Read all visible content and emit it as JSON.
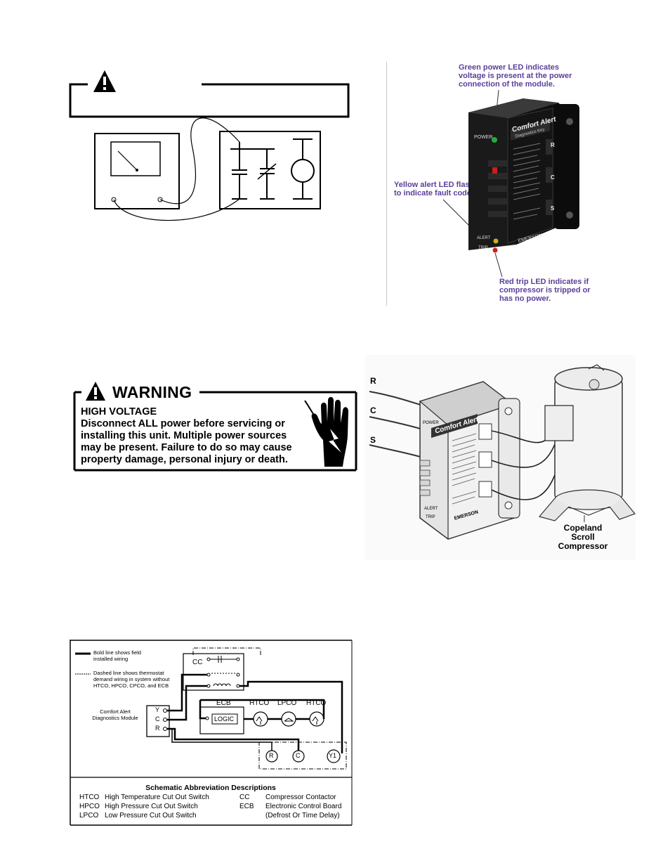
{
  "meter_figure": {
    "caution_box_text": ""
  },
  "led_figure": {
    "callout_green": "Green power LED indicates voltage is present at the power connection of the module.",
    "callout_yellow": "Yellow alert LED flashes to indicate fault code.",
    "callout_red": "Red trip LED indicates if compressor is tripped or has no power.",
    "label_power": "POWER",
    "label_alert": "ALERT",
    "label_trip": "TRIP",
    "brand": "Comfort Alert",
    "brand_sub": "Diagnostics Key",
    "maker": "EMERSON",
    "term_r": "R",
    "term_c": "C",
    "term_s": "S"
  },
  "warning": {
    "title": "WARNING",
    "line1": "HIGH VOLTAGE",
    "line2": "Disconnect ALL power before servicing or",
    "line3": "installing this unit. Multiple power sources",
    "line4": "may be present. Failure to do so may cause",
    "line5": "property damage, personal injury or death."
  },
  "compressor_figure": {
    "wire_r": "R",
    "wire_c": "C",
    "wire_s": "S",
    "module_brand": "Comfort Alert",
    "module_power": "POWER",
    "module_alert": "ALERT",
    "module_trip": "TRIP",
    "module_maker": "EMERSON",
    "caption_1": "Copeland",
    "caption_2": "Scroll",
    "caption_3": "Compressor"
  },
  "schematic": {
    "legend_bold_1": "Bold line shows field",
    "legend_bold_2": "installed wiring",
    "legend_dash_1": "Dashed line shows thermostat",
    "legend_dash_2": "demand wiring in system without",
    "legend_dash_3": "HTCO, HPCO, CPCO, and ECB",
    "module_label_1": "Comfort Alert",
    "module_label_2": "Diagnostics Module",
    "pin_y": "Y",
    "pin_c": "C",
    "pin_r": "R",
    "cc": "CC",
    "ecb": "ECB",
    "logic": "LOGIC",
    "htco_1": "HTCO",
    "lpco": "LPCO",
    "htco_2": "HTCO",
    "t_r": "R",
    "t_c": "C",
    "t_y1": "Y1",
    "abbrev_title": "Schematic Abbreviation Descriptions",
    "abbrev": [
      {
        "code": "HTCO",
        "desc": "High Temperature Cut Out Switch",
        "code2": "CC",
        "desc2": "Compressor Contactor"
      },
      {
        "code": "HPCO",
        "desc": "High Pressure Cut Out Switch",
        "code2": "ECB",
        "desc2": "Electronic Control Board"
      },
      {
        "code": "LPCO",
        "desc": "Low Pressure Cut Out Switch",
        "code2": "",
        "desc2": "(Defrost Or Time Delay)"
      }
    ]
  }
}
